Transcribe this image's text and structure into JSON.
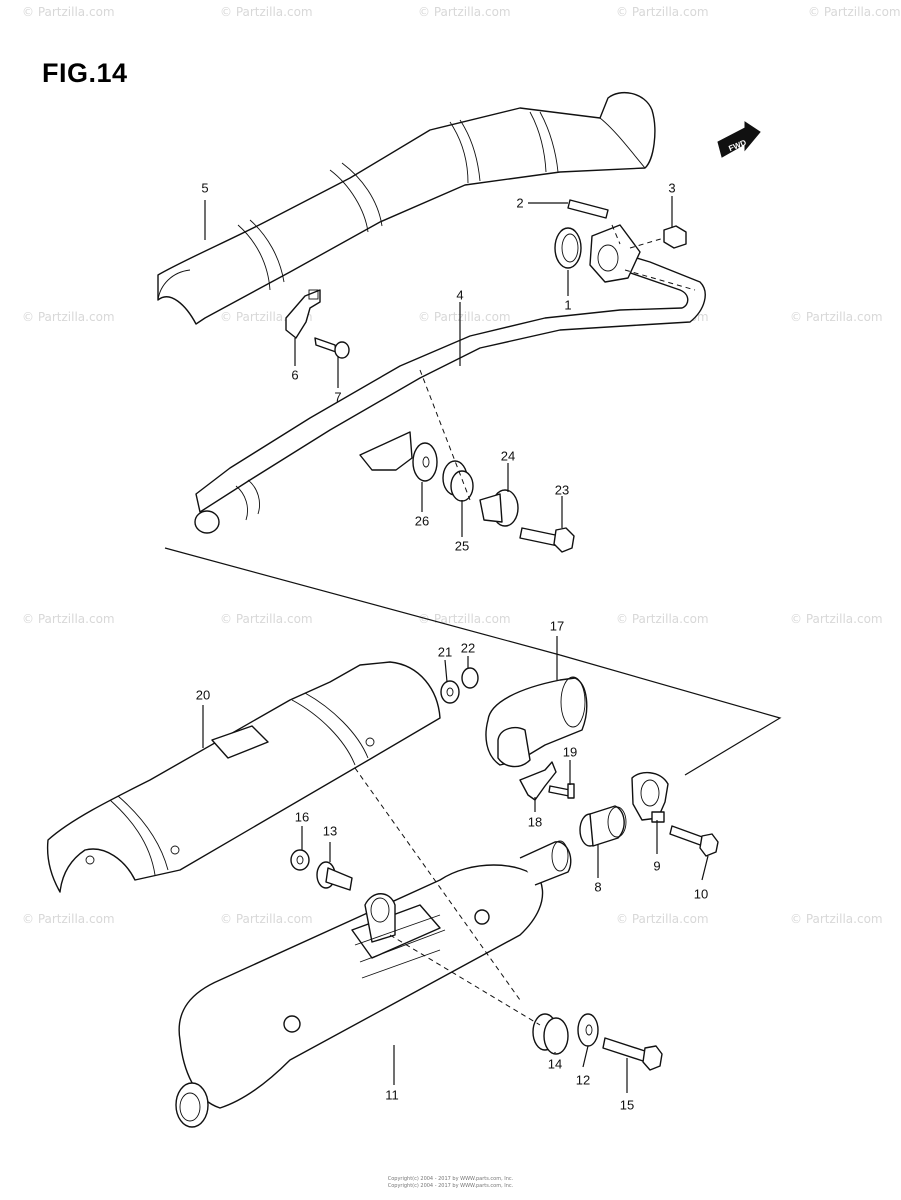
{
  "figure": {
    "title": "FIG.14"
  },
  "direction_badge": "FWD",
  "watermark": "© Partzilla.com",
  "footer": [
    "Copyright(c) 2004 - 2017 by WWW.parts.com, Inc.",
    "Copyright(c) 2004 - 2017 by WWW.parts.com, Inc."
  ],
  "callouts": [
    {
      "label": "1"
    },
    {
      "label": "2"
    },
    {
      "label": "3"
    },
    {
      "label": "4"
    },
    {
      "label": "5"
    },
    {
      "label": "6"
    },
    {
      "label": "7"
    },
    {
      "label": "8"
    },
    {
      "label": "9"
    },
    {
      "label": "10"
    },
    {
      "label": "11"
    },
    {
      "label": "12"
    },
    {
      "label": "13"
    },
    {
      "label": "14"
    },
    {
      "label": "15"
    },
    {
      "label": "16"
    },
    {
      "label": "17"
    },
    {
      "label": "18"
    },
    {
      "label": "19"
    },
    {
      "label": "20"
    },
    {
      "label": "21"
    },
    {
      "label": "22"
    },
    {
      "label": "23"
    },
    {
      "label": "24"
    },
    {
      "label": "25"
    },
    {
      "label": "26"
    }
  ]
}
